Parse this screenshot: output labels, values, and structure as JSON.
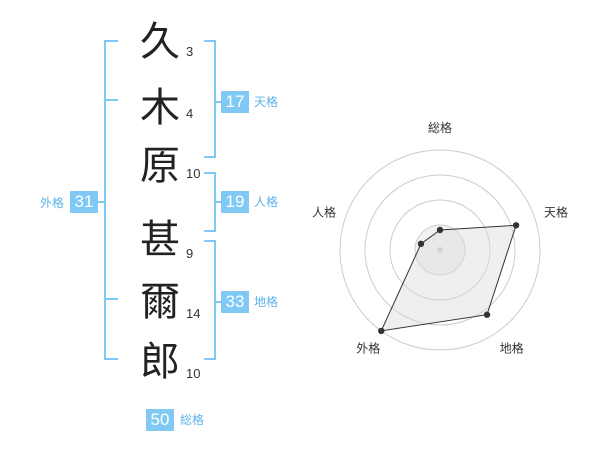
{
  "name_chars": [
    {
      "char": "久",
      "strokes": "3"
    },
    {
      "char": "木",
      "strokes": "4"
    },
    {
      "char": "原",
      "strokes": "10"
    },
    {
      "char": "甚",
      "strokes": "9"
    },
    {
      "char": "爾",
      "strokes": "14"
    },
    {
      "char": "郎",
      "strokes": "10"
    }
  ],
  "scores": {
    "tenkaku": {
      "label": "天格",
      "value": "17"
    },
    "jinkaku": {
      "label": "人格",
      "value": "19"
    },
    "chikaku": {
      "label": "地格",
      "value": "33"
    },
    "gaikaku": {
      "label": "外格",
      "value": "31"
    },
    "soukaku": {
      "label": "総格",
      "value": "50"
    }
  },
  "chart_data": {
    "type": "radar",
    "axes": [
      "総格",
      "天格",
      "地格",
      "外格",
      "人格"
    ],
    "values": [
      1,
      4,
      4,
      5,
      1
    ],
    "rmax": 5,
    "rings": 4,
    "colors": {
      "ring": "#cccccc",
      "fill": "#eeeeee",
      "line": "#333333",
      "point": "#333333"
    }
  }
}
